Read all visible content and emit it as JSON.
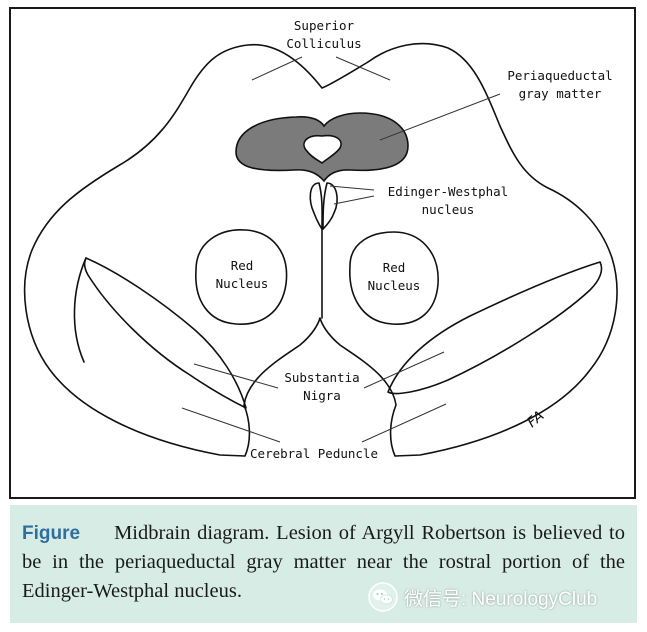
{
  "diagram": {
    "labels": {
      "superior_colliculus_line1": "Superior",
      "superior_colliculus_line2": "Colliculus",
      "periaqueductal_line1": "Periaqueductal",
      "periaqueductal_line2": "gray matter",
      "edinger_line1": "Edinger-Westphal",
      "edinger_line2": "nucleus",
      "red_nucleus_left_line1": "Red",
      "red_nucleus_left_line2": "Nucleus",
      "red_nucleus_right_line1": "Red",
      "red_nucleus_right_line2": "Nucleus",
      "substantia_line1": "Substantia",
      "substantia_line2": "Nigra",
      "cerebral_peduncle": "Cerebral Peduncle",
      "signature": "FA"
    },
    "colors": {
      "gray_matter_fill": "#7b7b7b",
      "outline": "#111111"
    }
  },
  "caption": {
    "heading": "Figure",
    "text": "Midbrain diagram. Lesion of Argyll Robertson is believed to be in the periaqueductal gray matter near the rostral portion of the Edinger-Westphal nucleus."
  },
  "watermark": {
    "icon": "wechat-icon",
    "text": "微信号: NeurologyClub"
  }
}
